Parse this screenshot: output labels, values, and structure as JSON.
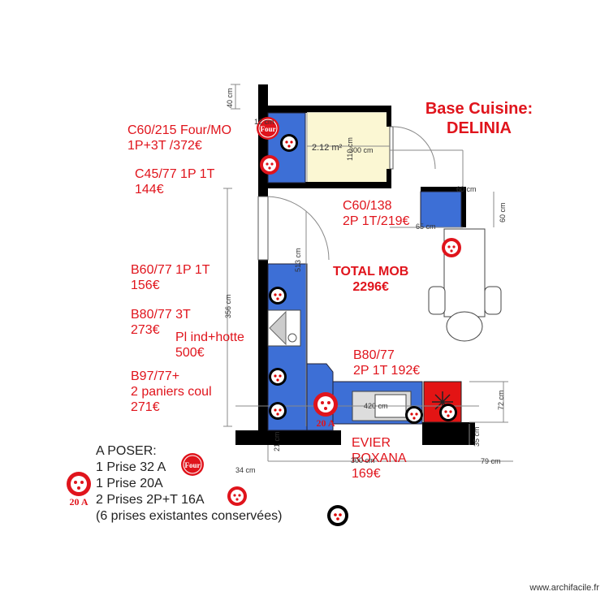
{
  "title": {
    "line1": "Base Cuisine:",
    "line2": "DELINIA"
  },
  "labels": {
    "c60_215_l1": "C60/215 Four/MO",
    "c60_215_l2": "1P+3T /372€",
    "c45_77_l1": "C45/77 1P 1T",
    "c45_77_l2": "144€",
    "c60_138_l1": "C60/138",
    "c60_138_l2": "2P 1T/219€",
    "total_l1": "TOTAL MOB",
    "total_l2": "2296€",
    "b60_77_l1": "B60/77 1P 1T",
    "b60_77_l2": "156€",
    "b80_77_3t_l1": "B80/77 3T",
    "b80_77_3t_l2": "273€",
    "pl_l1": "Pl ind+hotte",
    "pl_l2": "500€",
    "b80_77_l1": "B80/77",
    "b80_77_l2": "2P 1T 192€",
    "b97_l1": "B97/77+",
    "b97_l2": "2 paniers coul",
    "b97_l3": "271€",
    "evier_l1": "EVIER",
    "evier_l2": "ROXANA",
    "evier_l3": "169€"
  },
  "dimensions": {
    "d40": "40 cm",
    "d12": "12 cm",
    "d110": "110 cm",
    "d300a": "300 cm",
    "area": "2.12 m²",
    "d513": "513 cm",
    "d356": "356 cm",
    "d60": "60 cm",
    "d60b": "60 cm",
    "d65": "65 cm",
    "d72": "72 cm",
    "d420": "420 cm",
    "d21": "21 cm",
    "d300b": "300 cm",
    "d34": "34 cm",
    "d79": "79 cm",
    "d35": "35 cm"
  },
  "badges": {
    "four": "Four",
    "amp": "20 A"
  },
  "legend": {
    "heading": "A POSER:",
    "item1": "1 Prise 32 A",
    "item2": "1 Prise 20A",
    "item3": "2 Prises 2P+T 16A",
    "item4": "(6 prises existantes conservées)"
  },
  "colors": {
    "wall": "#000000",
    "cabinet": "#3d6fd6",
    "fridge": "#e31414",
    "room": "#fbf7d3",
    "accent": "#e0141c"
  },
  "footer": "www.archifacile.fr"
}
